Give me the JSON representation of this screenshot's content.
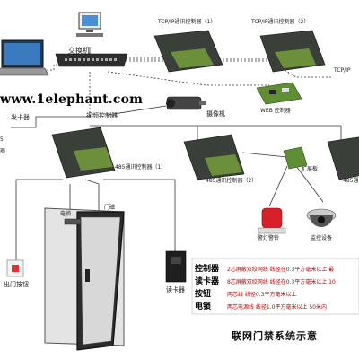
{
  "watermark": "www.1elephant.com",
  "labels": {
    "switch": "交换机",
    "tcp_ctrl_1": "TCP/IP通讯控制器（1）",
    "tcp_ctrl_2": "TCP/IP通讯控制器（2）",
    "tcp_ctrl_3": "TCP/IP",
    "card_issuer": "发卡器",
    "video_ctrl": "视频控制器",
    "camera": "摄像机",
    "web_ctrl": "WEB 控制器",
    "ctrl_485_1": "485通讯控制器（1）",
    "ctrl_485_2": "485通讯控制器（2）",
    "ctrl_485_3": "485通",
    "expansion": "扩展板",
    "door_sensor": "门磁",
    "lock": "电锁",
    "exit_button": "出门按钮",
    "card_reader": "读卡器",
    "siren": "警灯警铃",
    "monitor": "监控设备",
    "left_edge_top": "5",
    "left_edge_bottom": "器"
  },
  "legend": [
    {
      "key": "控制器",
      "desc": "2芯屏蔽双绞网线  线径在0.3平方毫米以上  最"
    },
    {
      "key": "读卡器",
      "desc": "8芯屏蔽双绞网线  线径在0.3平方毫米以上  10"
    },
    {
      "key": "按钮",
      "desc": "两芯线  线径0.3平方毫米以上"
    },
    {
      "key": "电锁",
      "desc": "两芯电源线  线径1.0平方毫米以上  50米内"
    }
  ],
  "title": "联网门禁系统示意",
  "colors": {
    "controller_body": "#3a3f3a",
    "controller_board": "#6b8f3a",
    "line": "#333333",
    "legend_text": "#c00000",
    "siren_red": "#d8202a"
  }
}
